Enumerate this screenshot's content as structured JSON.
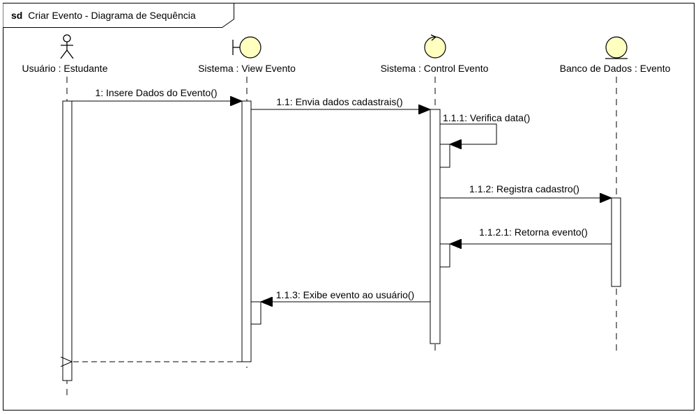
{
  "frame": {
    "keyword": "sd",
    "title": "Criar Evento - Diagrama de Sequência"
  },
  "colors": {
    "icon_fill": "#ffffc0",
    "line": "#000000",
    "background": "#ffffff"
  },
  "lifelines": [
    {
      "name": "Usuário : Estudante",
      "icon": "actor-icon"
    },
    {
      "name": "Sistema : View Evento",
      "icon": "boundary-icon"
    },
    {
      "name": "Sistema : Control Evento",
      "icon": "control-icon"
    },
    {
      "name": "Banco de Dados : Evento",
      "icon": "entity-icon"
    }
  ],
  "messages": [
    {
      "label": "1: Insere Dados do Evento()"
    },
    {
      "label": "1.1: Envia dados cadastrais()"
    },
    {
      "label": "1.1.1: Verifica data()"
    },
    {
      "label": "1.1.2: Registra cadastro()"
    },
    {
      "label": "1.1.2.1: Retorna evento()"
    },
    {
      "label": "1.1.3: Exibe evento ao usuário()"
    }
  ]
}
